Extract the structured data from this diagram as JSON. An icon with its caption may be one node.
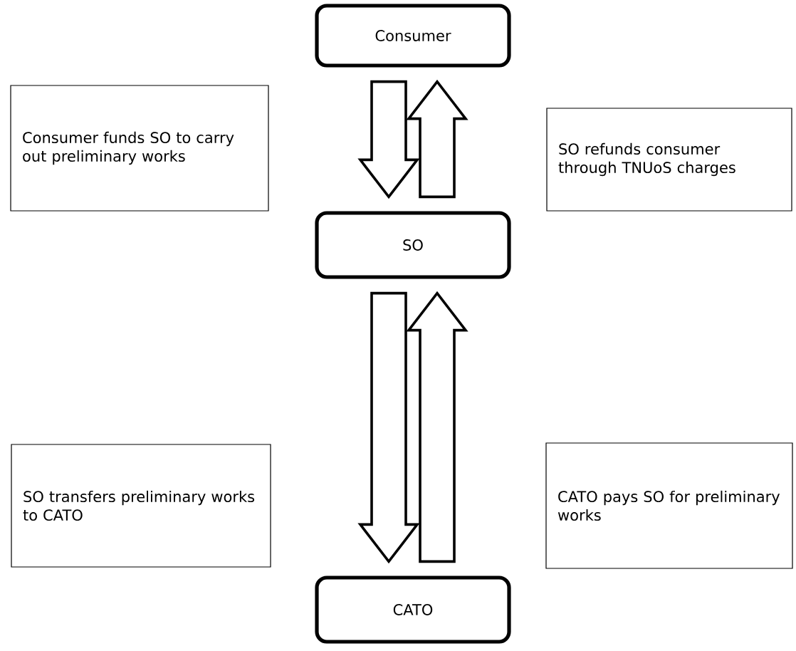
{
  "diagram": {
    "nodes": [
      {
        "text": [
          "Consumer"
        ]
      },
      {
        "text": [
          "Consumer funds SO to carry out preliminary works"
        ]
      },
      {
        "text": [
          "SO refunds consumer through TNUoS charges"
        ]
      },
      {
        "text": [
          "SO"
        ]
      },
      {
        "text": [
          "SO transfers preliminary works to CATO"
        ]
      },
      {
        "text": [
          "CATO pays SO for preliminary works"
        ]
      },
      {
        "text": [
          "CATO"
        ]
      }
    ],
    "edges": [
      {
        "from": 0,
        "to": 3,
        "arrow": "to"
      },
      {
        "from": 3,
        "to": 0,
        "arrow": "to"
      },
      {
        "from": 3,
        "to": 6,
        "arrow": "to"
      },
      {
        "from": 6,
        "to": 3,
        "arrow": "to"
      }
    ]
  }
}
